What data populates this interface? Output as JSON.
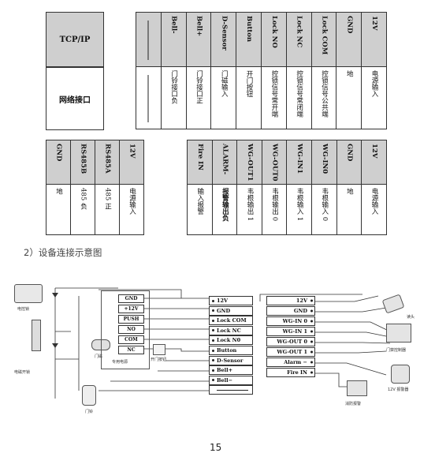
{
  "table_top": {
    "left_header": "TCP/IP",
    "left_body": "网络接口",
    "columns": [
      {
        "name": "",
        "desc": ""
      },
      {
        "name": "Bell-",
        "desc": "门铃接口负"
      },
      {
        "name": "Bell+",
        "desc": "门铃接口正"
      },
      {
        "name": "D-Sensor",
        "desc": "门磁输入"
      },
      {
        "name": "Button",
        "desc": "开门按钮"
      },
      {
        "name": "Lock NO",
        "desc": "控锁信号常开端"
      },
      {
        "name": "Lock NC",
        "desc": "控锁信号常闭端"
      },
      {
        "name": "Lock COM",
        "desc": "控锁信号公共端"
      },
      {
        "name": "GND",
        "desc": "地"
      },
      {
        "name": "12V",
        "desc": "电源输入"
      }
    ]
  },
  "table_bottom_left": {
    "columns": [
      {
        "name": "GND",
        "desc": "地"
      },
      {
        "name": "RS485B",
        "desc": "485 负"
      },
      {
        "name": "RS485A",
        "desc": "485 正"
      },
      {
        "name": "12V",
        "desc": "电源输入"
      }
    ]
  },
  "table_bottom_right": {
    "columns": [
      {
        "name": "Fire IN",
        "desc": "输入报警"
      },
      {
        "name": "ALARM-",
        "desc": "报警输出负"
      },
      {
        "name": "WG-OUT1",
        "desc": "韦根输出 1"
      },
      {
        "name": "WG-OUT0",
        "desc": "韦根输出 0"
      },
      {
        "name": "WG-IN1",
        "desc": "韦根输入 1"
      },
      {
        "name": "WG-IN0",
        "desc": "韦根输入 0"
      },
      {
        "name": "GND",
        "desc": "地"
      },
      {
        "name": "12V",
        "desc": "电源输入"
      }
    ]
  },
  "section_title": "2）设备连接示意图",
  "diagram": {
    "relay_terms": [
      "GND",
      "+12V",
      "PUSH",
      "NO",
      "COM",
      "NC"
    ],
    "relay_label": "专用电源",
    "exit_label": "开门按钮",
    "lock_label": "电控锁",
    "strike_label": "电磁开锁",
    "door_sensor_label": "门磁",
    "bell_label": "门铃",
    "center_left_terms": [
      "12V",
      "GND",
      "Lock COM",
      "Lock NC",
      "Lock N0",
      "Button",
      "D-Sensor",
      "Bell+",
      "Bell−",
      ""
    ],
    "center_right_terms": [
      "12V",
      "GND",
      "WG-IN 0",
      "WG-IN 1",
      "WG-OUT 0",
      "WG-OUT 1",
      "Alarm −",
      "Fire IN"
    ],
    "reader_label": "读头",
    "controller_label": "门禁控制器",
    "alarm_label": "12V 报警器",
    "fire_label": "消防报警"
  },
  "page_number": "15"
}
